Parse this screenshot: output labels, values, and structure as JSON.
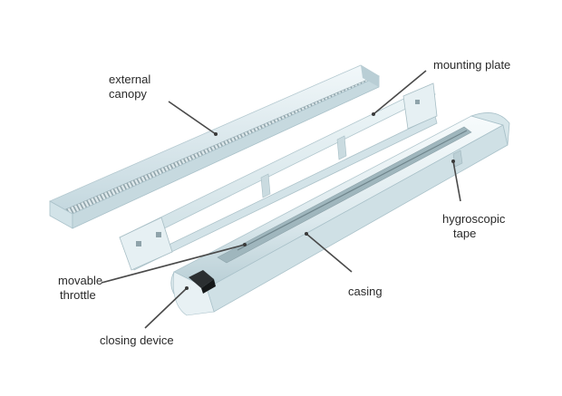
{
  "labels": {
    "external_canopy": [
      "external",
      "canopy"
    ],
    "mounting_plate": "mounting plate",
    "hygroscopic_tape": [
      "hygroscopic",
      "tape"
    ],
    "movable_throttle": [
      "movable",
      "throttle"
    ],
    "casing": "casing",
    "closing_device": "closing device"
  },
  "colors": {
    "part_light": "#e4eff2",
    "part_mid": "#c9dde3",
    "part_shadow": "#a9c1c9",
    "grille": "#8fa3aa",
    "throttle": "#2b2f31",
    "leader": "#4a4a4a"
  }
}
